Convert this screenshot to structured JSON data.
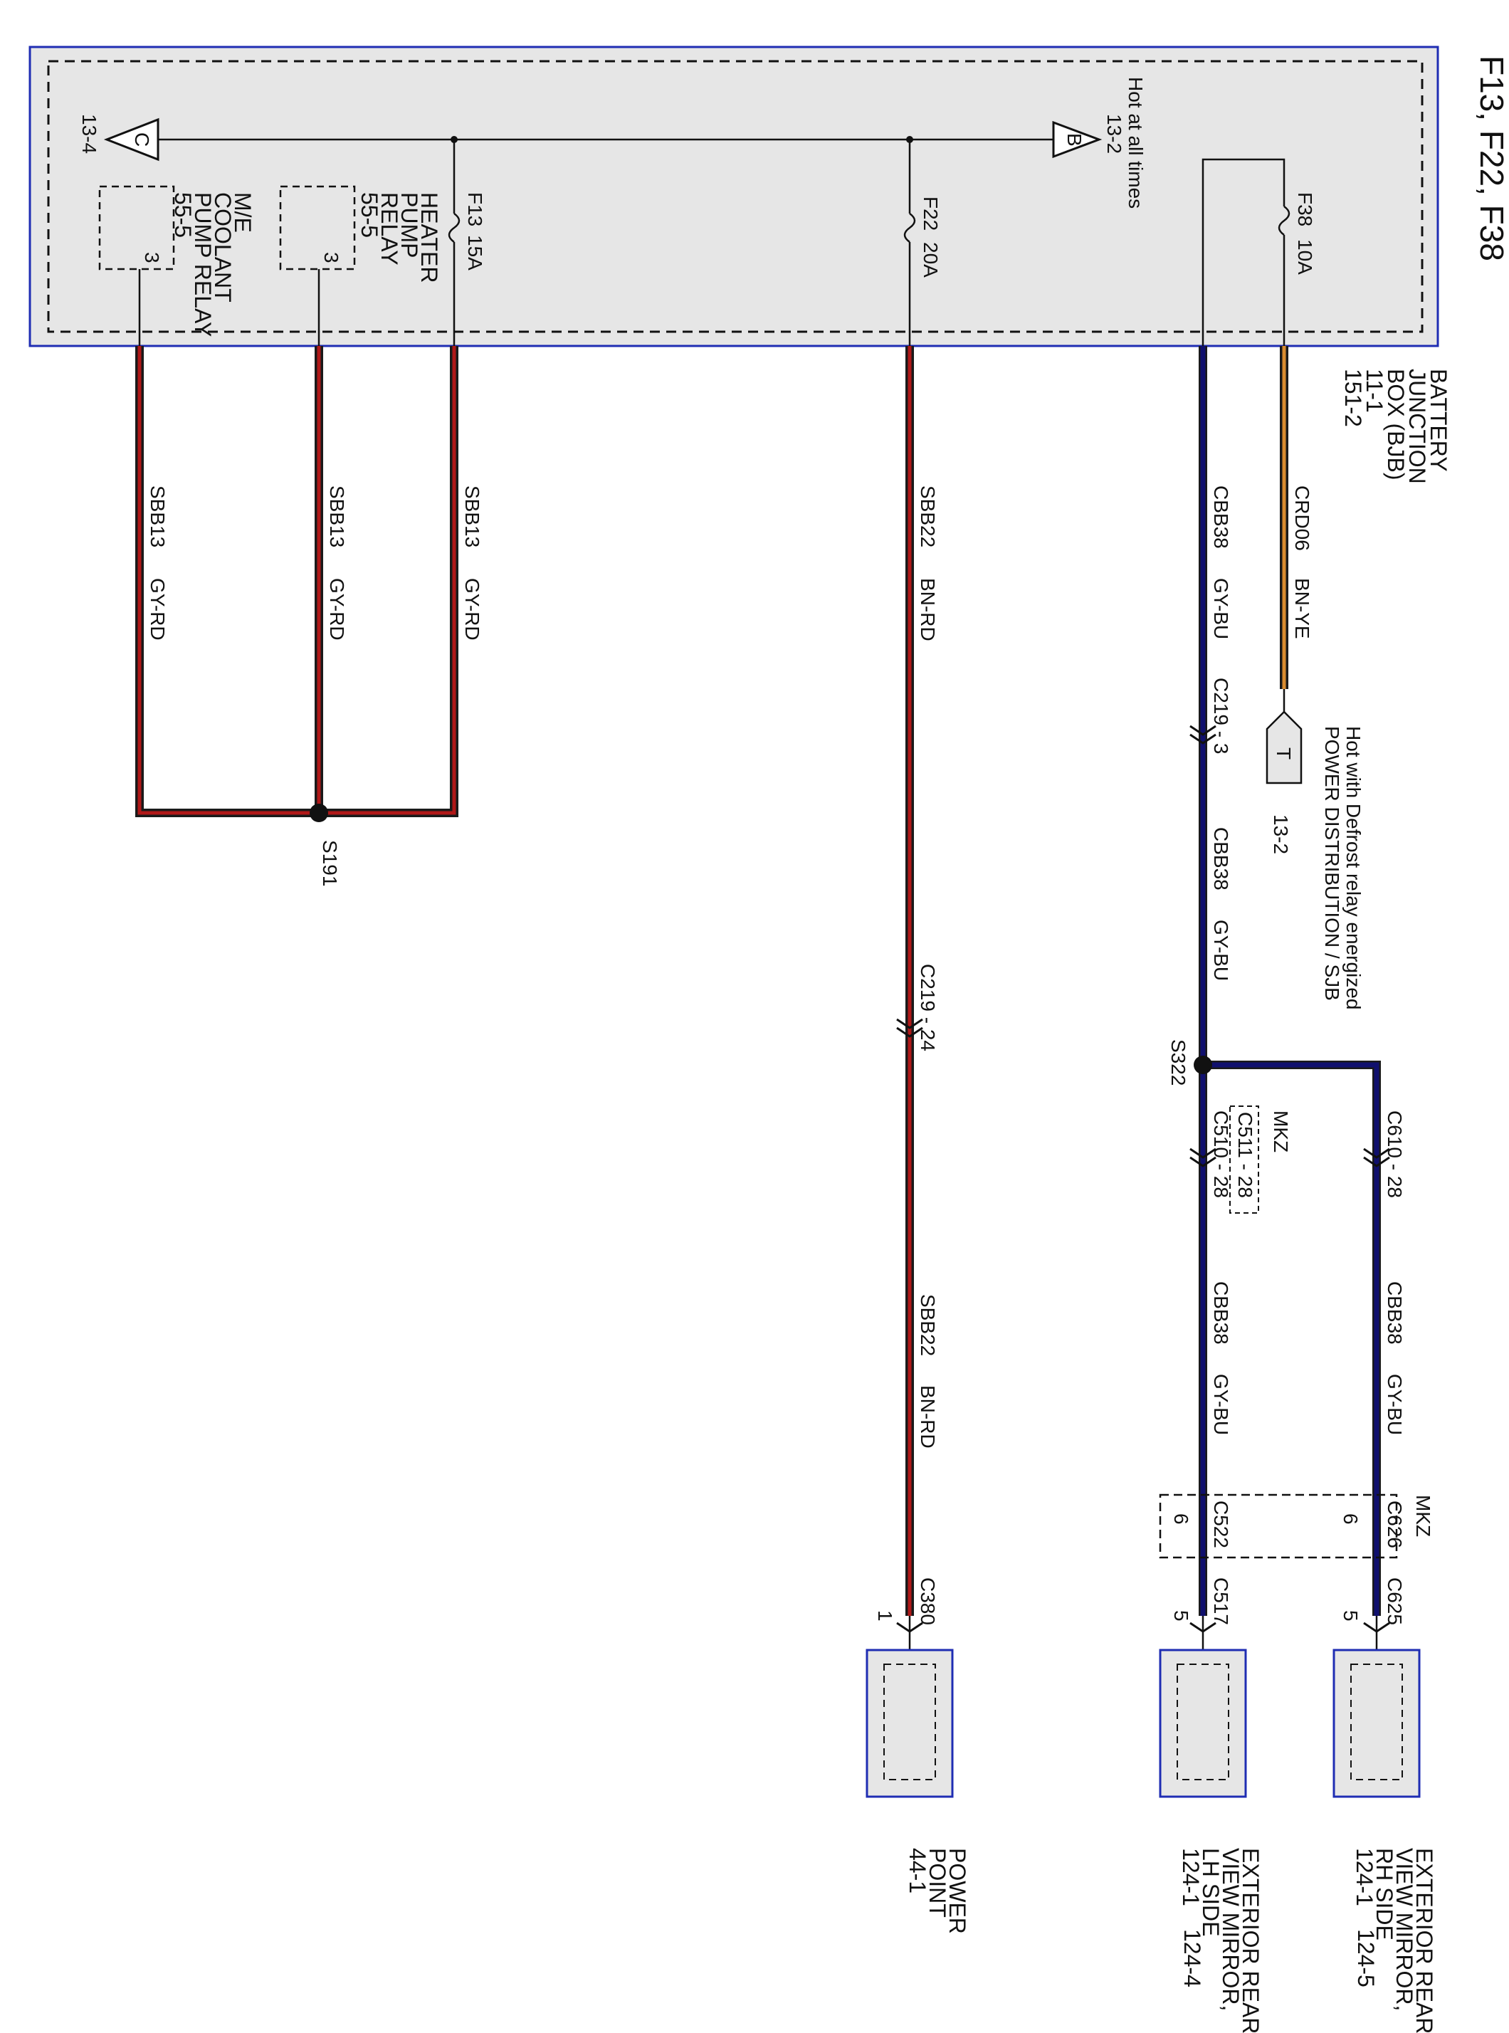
{
  "title": "F13, F22, F38",
  "bjb": {
    "name_lines": [
      "BATTERY",
      "JUNCTION",
      "BOX (BJB)",
      "11-1",
      "151-2"
    ],
    "hot_at_all_times": "Hot at all times",
    "ref_b": "13-2",
    "ref_c": "13-4",
    "tri_b": "B",
    "tri_c": "C"
  },
  "fuses": {
    "f38": {
      "name": "F38",
      "amps": "10A"
    },
    "f22": {
      "name": "F22",
      "amps": "20A"
    },
    "f13": {
      "name": "F13",
      "amps": "15A"
    }
  },
  "relays": {
    "heater": {
      "lines": [
        "HEATER",
        "PUMP",
        "RELAY",
        "55-5"
      ],
      "pin": "3"
    },
    "coolant": {
      "lines": [
        "M/E",
        "COOLANT",
        "PUMP RELAY",
        "55-5"
      ],
      "pin": "3"
    }
  },
  "defrost": {
    "lines": [
      "Hot with Defrost relay energized",
      "POWER DISTRIBUTION / SJB"
    ],
    "ref": "13-2",
    "tag": "T"
  },
  "wires": {
    "crd06": {
      "circuit": "CRD06",
      "color": "BN-YE"
    },
    "cbb38_a": {
      "circuit": "CBB38",
      "color": "GY-BU"
    },
    "cbb38_b": {
      "circuit": "CBB38",
      "color": "GY-BU"
    },
    "cbb38_lh": {
      "circuit": "CBB38",
      "color": "GY-BU"
    },
    "cbb38_rh": {
      "circuit": "CBB38",
      "color": "GY-BU"
    },
    "sbb22_a": {
      "circuit": "SBB22",
      "color": "BN-RD"
    },
    "sbb22_b": {
      "circuit": "SBB22",
      "color": "BN-RD"
    },
    "sbb13_1": {
      "circuit": "SBB13",
      "color": "GY-RD"
    },
    "sbb13_2": {
      "circuit": "SBB13",
      "color": "GY-RD"
    },
    "sbb13_3": {
      "circuit": "SBB13",
      "color": "GY-RD"
    }
  },
  "connectors": {
    "c219_3": "C219 - 3",
    "c219_24": "C219 - 24",
    "c610_28": "C610 - 28",
    "c510_28": "C510 - 28",
    "c511_28": "C511 - 28",
    "mkz_top": "MKZ",
    "mkz_bottom": "MKZ",
    "c626": "C626",
    "c626_pin": "6",
    "c522": "C522",
    "c522_pin": "6",
    "c625": "C625",
    "c625_pin": "5",
    "c517": "C517",
    "c517_pin": "5",
    "c380": "C380",
    "c380_pin": "1"
  },
  "splices": {
    "s322": "S322",
    "s191": "S191"
  },
  "components": {
    "mirror_rh": {
      "lines": [
        "EXTERIOR REAR",
        "VIEW MIRROR,",
        "RH SIDE",
        "124-1"
      ],
      "ref": "124-5"
    },
    "mirror_lh": {
      "lines": [
        "EXTERIOR REAR",
        "VIEW MIRROR,",
        "LH SIDE",
        "124-1"
      ],
      "ref": "124-4"
    },
    "power_point": {
      "lines": [
        "POWER",
        "POINT",
        "44-1"
      ]
    }
  },
  "colors": {
    "box_fill": "#e6e6e6",
    "box_border": "#1f2db3",
    "wire_blue": "#10106e",
    "wire_red": "#b01818",
    "wire_orange": "#d98c30",
    "wire_dark": "#1a1a1a"
  }
}
